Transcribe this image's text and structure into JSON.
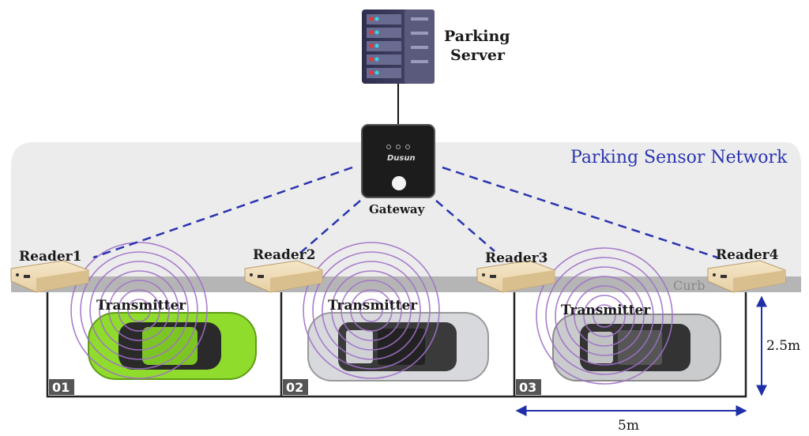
{
  "server": {
    "label_line1": "Parking",
    "label_line2": "Server"
  },
  "gateway": {
    "label": "Gateway",
    "brand": "Dusun"
  },
  "network": {
    "title": "Parking Sensor Network"
  },
  "curb": {
    "label": "Curb"
  },
  "readers": [
    {
      "label": "Reader1"
    },
    {
      "label": "Reader2"
    },
    {
      "label": "Reader3"
    },
    {
      "label": "Reader4"
    }
  ],
  "spots": [
    {
      "number": "01",
      "transmitter": "Transmitter",
      "car_color": "#8fdc2c"
    },
    {
      "number": "02",
      "transmitter": "Transmitter",
      "car_color": "#d7d9dd"
    },
    {
      "number": "03",
      "transmitter": "Transmitter",
      "car_color": "#c9cbcd"
    }
  ],
  "dimensions": {
    "width": "5m",
    "depth": "2.5m"
  },
  "colors": {
    "link": "#2a34b0",
    "dimension": "#1f2fa8",
    "waves": "#a070c8"
  }
}
